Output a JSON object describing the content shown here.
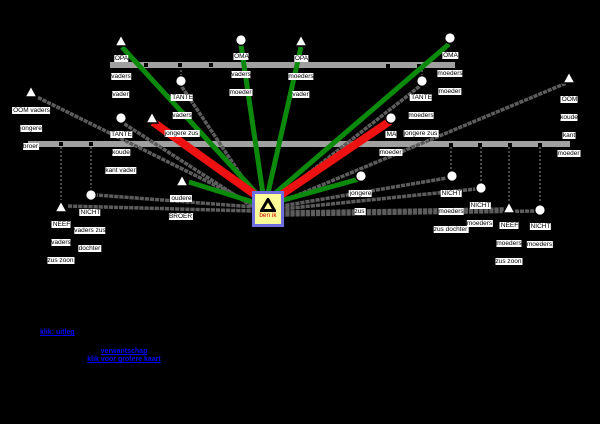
{
  "me": {
    "label": "ben ik"
  },
  "nodes": [
    {
      "id": "opa-vaders-vader",
      "sex": "male",
      "label": "OPA\nvaders\nvader"
    },
    {
      "id": "oma-vaders-moeder",
      "sex": "female",
      "label": "OMA\nvaders\nmoeder"
    },
    {
      "id": "opa-moeders-vader",
      "sex": "male",
      "label": "OPA\nmoeders\nvader"
    },
    {
      "id": "oma-moeders-moeder",
      "sex": "female",
      "label": "OMA\nmoeders\nmoeder"
    },
    {
      "id": "tante-vaders-jongere-zus",
      "sex": "female",
      "label": "TANTE\nvaders\njongere zus"
    },
    {
      "id": "oom-vaders-jongere-broer",
      "sex": "male",
      "label": "OOM vaders\njongere\nbroer"
    },
    {
      "id": "tante-koude-kant-vader",
      "sex": "female",
      "label": "TANTE\nkoude\nkant vader"
    },
    {
      "id": "pa",
      "sex": "male",
      "label": ""
    },
    {
      "id": "ma-moeder",
      "sex": "female",
      "label": "MA\nmoeder"
    },
    {
      "id": "tante-moeders-jongere-zus",
      "sex": "female",
      "label": "TANTE\nmoeders\njongere zus"
    },
    {
      "id": "oom-koude-kant-moeder",
      "sex": "male",
      "label": "OOM\nkoude kant\nmoeder"
    },
    {
      "id": "oudere-broer",
      "sex": "male",
      "label": "oudere\nBROER"
    },
    {
      "id": "jongere-zus",
      "sex": "female",
      "label": "jongere\nzus"
    },
    {
      "id": "neef-vaders-zus-zoon",
      "sex": "male",
      "label": "NEEF\nvaders\nzus zoon"
    },
    {
      "id": "nicht-vaders-zus-dochter",
      "sex": "female",
      "label": "NICHT\nvaders zus\ndochter"
    },
    {
      "id": "nicht-moeders-zus-dochter",
      "sex": "female",
      "label": "NICHT\nmoeders\nzus dochter"
    },
    {
      "id": "nicht-moeders-1",
      "sex": "female",
      "label": "NICHT\nmoeders"
    },
    {
      "id": "neef-moeders-zus-zoon",
      "sex": "male",
      "label": "NEEF\nmoeders\nzus zoon"
    },
    {
      "id": "nicht-moeders-2",
      "sex": "female",
      "label": "NICHT\nmoeders"
    }
  ],
  "edges": [
    {
      "from": "ben-ik",
      "to": "pa",
      "type": "parent",
      "color": "#ee1111"
    },
    {
      "from": "ben-ik",
      "to": "ma-moeder",
      "type": "parent",
      "color": "#ee1111"
    },
    {
      "from": "ben-ik",
      "to": "opa-vaders-vader",
      "type": "grandparent",
      "color": "#0c8a0c"
    },
    {
      "from": "ben-ik",
      "to": "oma-vaders-moeder",
      "type": "grandparent",
      "color": "#0c8a0c"
    },
    {
      "from": "ben-ik",
      "to": "opa-moeders-vader",
      "type": "grandparent",
      "color": "#0c8a0c"
    },
    {
      "from": "ben-ik",
      "to": "oma-moeders-moeder",
      "type": "grandparent",
      "color": "#0c8a0c"
    },
    {
      "from": "ben-ik",
      "to": "oudere-broer",
      "type": "sibling",
      "color": "#0c8a0c"
    },
    {
      "from": "ben-ik",
      "to": "jongere-zus",
      "type": "sibling",
      "color": "#0c8a0c"
    },
    {
      "from": "ben-ik",
      "to": "tante-vaders-jongere-zus",
      "type": "aunt-uncle",
      "color": "#5c5c5c"
    },
    {
      "from": "ben-ik",
      "to": "oom-vaders-jongere-broer",
      "type": "aunt-uncle",
      "color": "#5c5c5c"
    },
    {
      "from": "ben-ik",
      "to": "tante-koude-kant-vader",
      "type": "aunt-uncle",
      "color": "#5c5c5c"
    },
    {
      "from": "ben-ik",
      "to": "tante-moeders-jongere-zus",
      "type": "aunt-uncle",
      "color": "#5c5c5c"
    },
    {
      "from": "ben-ik",
      "to": "oom-koude-kant-moeder",
      "type": "aunt-uncle",
      "color": "#5c5c5c"
    },
    {
      "from": "ben-ik",
      "to": "neef-vaders-zus-zoon",
      "type": "cousin",
      "color": "#5c5c5c"
    },
    {
      "from": "ben-ik",
      "to": "nicht-vaders-zus-dochter",
      "type": "cousin",
      "color": "#5c5c5c"
    },
    {
      "from": "ben-ik",
      "to": "nicht-moeders-zus-dochter",
      "type": "cousin",
      "color": "#5c5c5c"
    },
    {
      "from": "ben-ik",
      "to": "nicht-moeders-1",
      "type": "cousin",
      "color": "#5c5c5c"
    },
    {
      "from": "ben-ik",
      "to": "neef-moeders-zus-zoon",
      "type": "cousin",
      "color": "#5c5c5c"
    },
    {
      "from": "ben-ik",
      "to": "nicht-moeders-2",
      "type": "cousin",
      "color": "#5c5c5c"
    }
  ],
  "footer": {
    "link1": "klik: uitleg",
    "link2": "verwantschap\nklik voor grotere kaart"
  },
  "colors": {
    "background": "#000000",
    "generation_bar": "#a0a0a0",
    "parent_line": "#ee1111",
    "blood_line": "#0c8a0c",
    "cold_side_line": "#5c5c5c",
    "me_box_fill": "#ffff99",
    "me_box_border": "#6f6fdf",
    "me_text": "#cc0000",
    "link_color": "#0000ff",
    "node_fill": "#ffffff"
  }
}
